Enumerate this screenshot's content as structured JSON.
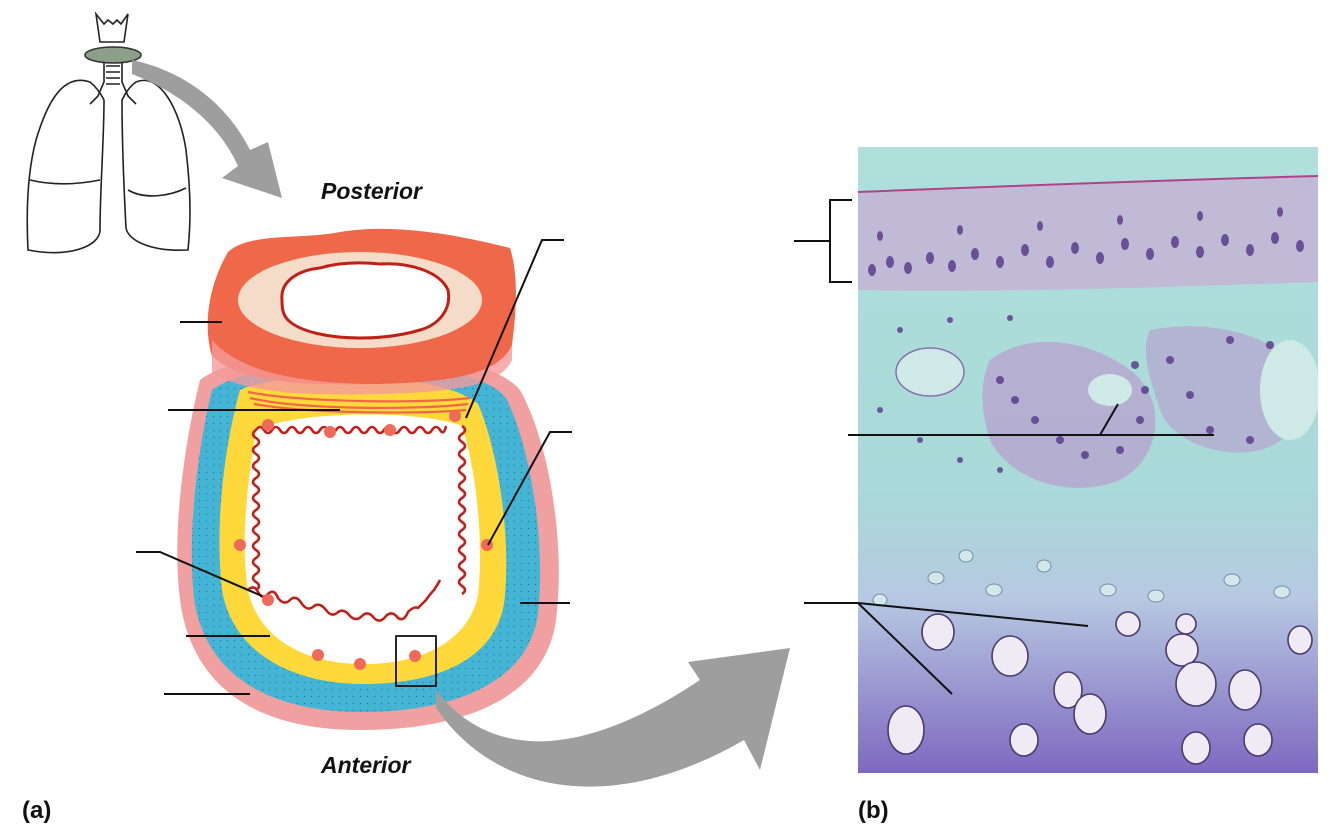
{
  "orientation": {
    "top_label": "Posterior",
    "bottom_label": "Anterior"
  },
  "panels": {
    "a_label": "(a)",
    "b_label": "(b)"
  },
  "colors": {
    "trachealis_muscle": "#f0684a",
    "lumen_lining": "#f5dcc8",
    "cartilage": "#45b5d6",
    "submucosa": "#ffd93c",
    "adventitia": "#f0a0a0",
    "mucosa_line": "#c02018",
    "arrow": "#9e9e9e",
    "histology_background": "#a8ddd8",
    "histology_nuclei": "#5a3f8c",
    "hyaline_cartilage": "#8a75c4"
  },
  "icons": {
    "lungs": "lungs-trachea-outline-icon",
    "arrow_to_section": "curved-arrow-icon",
    "arrow_to_micrograph": "curved-arrow-icon"
  }
}
